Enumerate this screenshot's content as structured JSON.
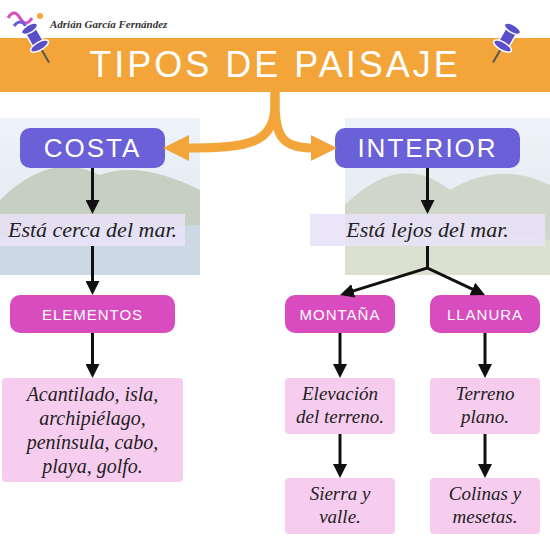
{
  "diagram": {
    "nodes": [
      {
        "text": [
          "TIPOS DE PAISAJE"
        ]
      },
      {
        "text": [
          "COSTA"
        ]
      },
      {
        "text": [
          "INTERIOR"
        ]
      },
      {
        "text": [
          "Está cerca del mar."
        ]
      },
      {
        "text": [
          "Está lejos del mar."
        ]
      },
      {
        "text": [
          "ELEMENTOS"
        ]
      },
      {
        "text": [
          "MONTAÑA"
        ]
      },
      {
        "text": [
          "LLANURA"
        ]
      },
      {
        "text": [
          "Acantilado, isla, archipiélago, península, cabo, playa, golfo."
        ]
      },
      {
        "text": [
          "Elevación del terreno."
        ]
      },
      {
        "text": [
          "Terreno plano."
        ]
      },
      {
        "text": [
          "Sierra y valle."
        ]
      },
      {
        "text": [
          "Colinas y mesetas."
        ]
      }
    ],
    "edges": [
      {
        "from": 0,
        "to": 1,
        "arrow": "to"
      },
      {
        "from": 0,
        "to": 2,
        "arrow": "to"
      },
      {
        "from": 1,
        "to": 3,
        "arrow": "to"
      },
      {
        "from": 3,
        "to": 5,
        "arrow": "to"
      },
      {
        "from": 5,
        "to": 8,
        "arrow": "to"
      },
      {
        "from": 2,
        "to": 4,
        "arrow": "to"
      },
      {
        "from": 4,
        "to": 6,
        "arrow": "to"
      },
      {
        "from": 4,
        "to": 7,
        "arrow": "to"
      },
      {
        "from": 6,
        "to": 9,
        "arrow": "to"
      },
      {
        "from": 9,
        "to": 11,
        "arrow": "to"
      },
      {
        "from": 7,
        "to": 10,
        "arrow": "to"
      },
      {
        "from": 10,
        "to": 12,
        "arrow": "to"
      }
    ],
    "labels": [
      "Adrián García Fernández"
    ]
  }
}
